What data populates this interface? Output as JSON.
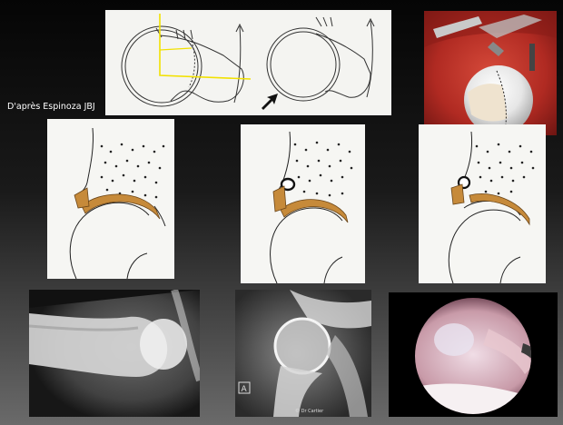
{
  "slide": {
    "caption": "D'après Espinoza JBJ",
    "watermark_ct": "© Dr Cartier"
  },
  "panels": [
    {
      "name": "line-diagram-femoral-head",
      "kind": "drawing"
    },
    {
      "name": "surgical-photo-hip",
      "kind": "photo"
    },
    {
      "name": "drawing-cartilage-normal",
      "kind": "drawing"
    },
    {
      "name": "drawing-cartilage-lesion",
      "kind": "drawing"
    },
    {
      "name": "drawing-cartilage-detached",
      "kind": "drawing"
    },
    {
      "name": "xray-hip",
      "kind": "radiograph"
    },
    {
      "name": "ct-hip",
      "kind": "ct-scan"
    },
    {
      "name": "arthroscopy-view",
      "kind": "endoscopy"
    }
  ],
  "colors": {
    "background_top": "#050505",
    "background_bottom": "#6a6a6a",
    "cartilage": "#c68a3a",
    "highlight_line": "#f2e100"
  }
}
